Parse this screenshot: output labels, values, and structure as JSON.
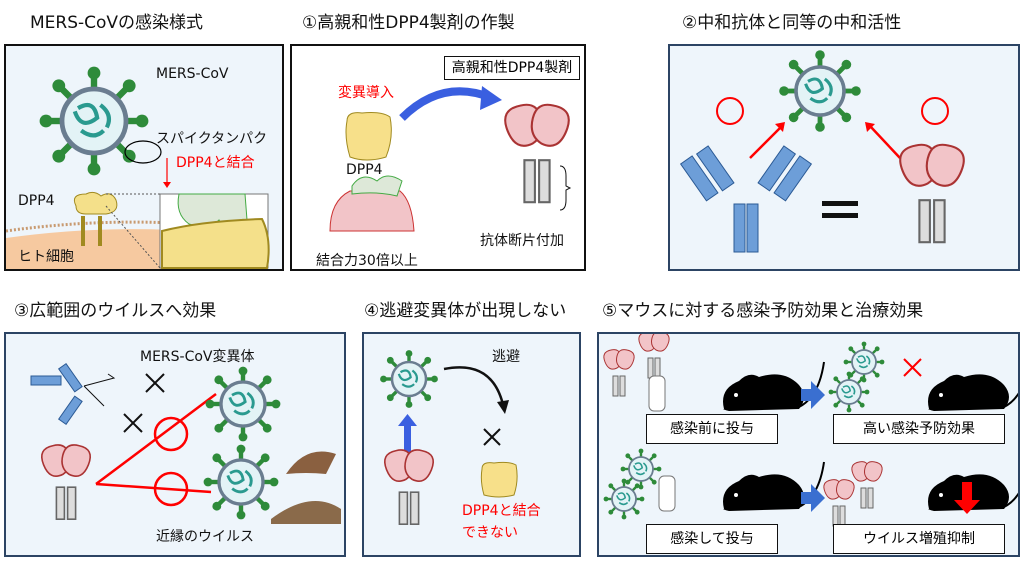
{
  "titles": {
    "p0": "MERS-CoVの感染様式",
    "p1": "①高親和性DPP4製剤の作製",
    "p2": "②中和抗体と同等の中和活性",
    "p3": "③広範囲のウイルスへ効果",
    "p4": "④逃避変異体が出現しない",
    "p5": "⑤マウスに対する感染予防効果と治療効果"
  },
  "p0": {
    "virus": "MERS-CoV",
    "spike": "スパイクタンパク",
    "bind": "DPP4と結合",
    "dpp4": "DPP4",
    "cell": "ヒト細胞"
  },
  "p1": {
    "mut": "変異導入",
    "dpp4": "DPP4",
    "affinity": "結合力30倍以上",
    "product": "高親和性DPP4製剤",
    "fc": "抗体断片付加"
  },
  "p2": {
    "equal": "="
  },
  "p3": {
    "variants": "MERS-CoV変異体",
    "related": "近縁のウイルス"
  },
  "p4": {
    "escape": "逃避",
    "cannot": "DPP4と結合",
    "cannot2": "できない"
  },
  "p5": {
    "before": "感染前に投与",
    "prevent": "高い感染予防効果",
    "after": "感染して投与",
    "suppress": "ウイルス増殖抑制"
  }
}
